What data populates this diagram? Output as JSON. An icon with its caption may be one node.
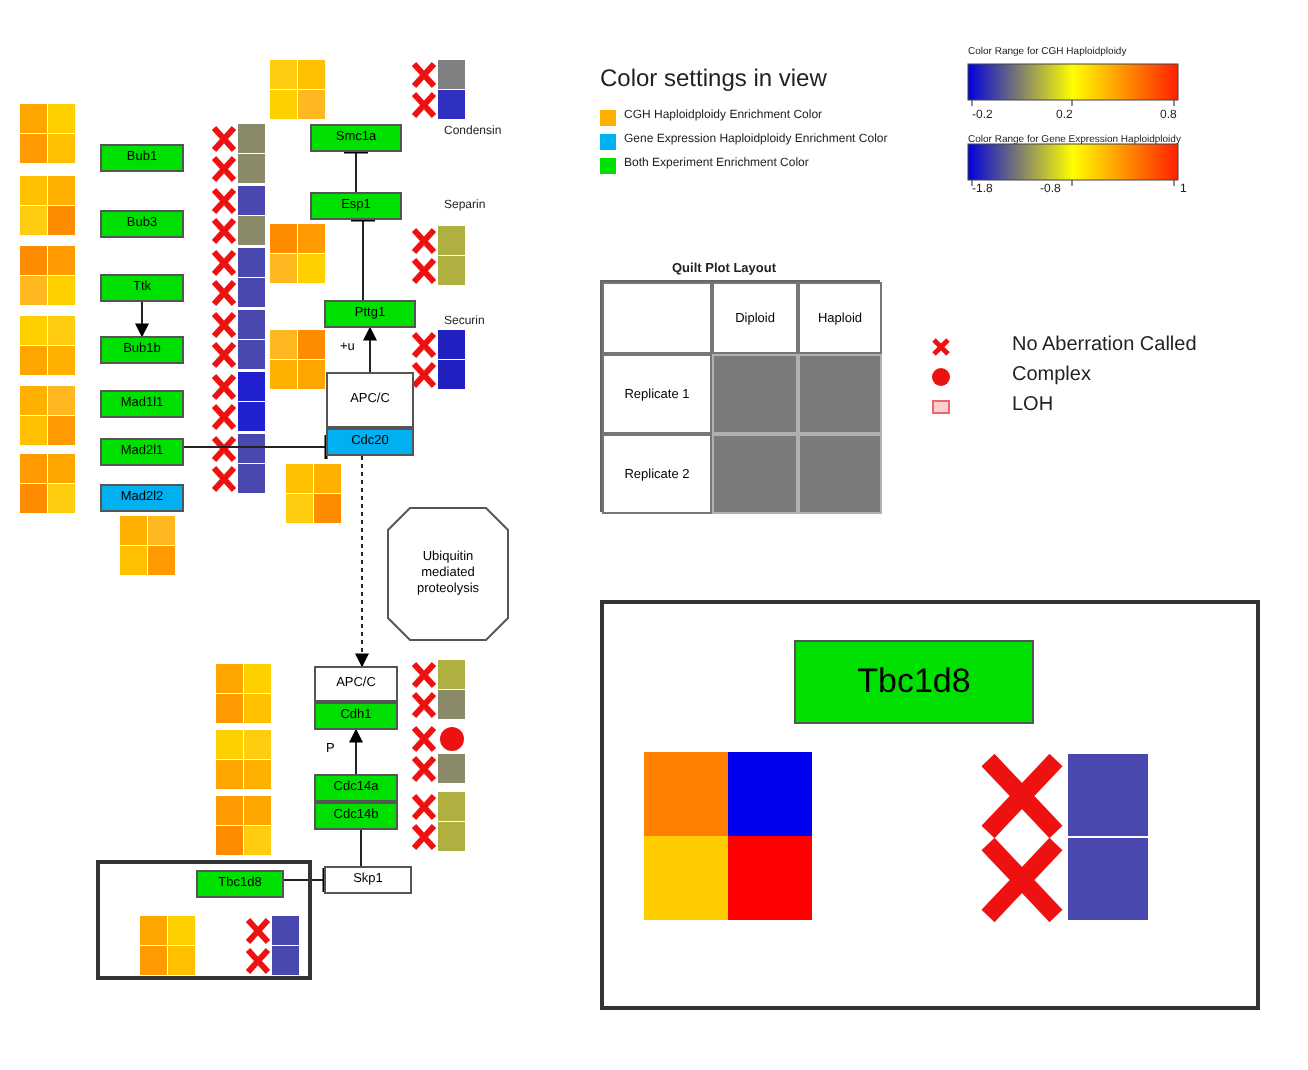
{
  "diagram": {
    "nodes": [
      {
        "text": [
          "Smc1a"
        ]
      },
      {
        "text": [
          "Esp1"
        ]
      },
      {
        "text": [
          "Pttg1"
        ]
      },
      {
        "text": [
          "APC/C"
        ]
      },
      {
        "text": [
          "Cdc20"
        ]
      },
      {
        "text": [
          "Bub1"
        ]
      },
      {
        "text": [
          "Bub3"
        ]
      },
      {
        "text": [
          "Ttk"
        ]
      },
      {
        "text": [
          "Bub1b"
        ]
      },
      {
        "text": [
          "Mad1l1"
        ]
      },
      {
        "text": [
          "Mad2l1"
        ]
      },
      {
        "text": [
          "Mad2l2"
        ]
      },
      {
        "text": [
          "Ubiquitin mediated proteolysis"
        ]
      },
      {
        "text": [
          "APC/C"
        ]
      },
      {
        "text": [
          "Cdh1"
        ]
      },
      {
        "text": [
          "Cdc14a"
        ]
      },
      {
        "text": [
          "Cdc14b"
        ]
      },
      {
        "text": [
          "Skp1"
        ]
      },
      {
        "text": [],
        "shape": "box"
      },
      {
        "text": [
          "Tbc1d8"
        ],
        "in": 18
      },
      {
        "text": [],
        "shape": "box"
      },
      {
        "text": [
          "Tbc1d8"
        ],
        "in": 20
      }
    ],
    "edges": [
      {
        "from": 1,
        "to": 0,
        "arrow": "other"
      },
      {
        "from": 2,
        "to": 1,
        "arrow": "other"
      },
      {
        "from": 7,
        "to": 8,
        "arrow": "to"
      },
      {
        "from": 3,
        "to": 2,
        "arrow": "to",
        "label": "+u"
      },
      {
        "from": 10,
        "to": 4,
        "arrow": "other"
      },
      {
        "from": 4,
        "to": 13,
        "arrow": "to",
        "style": "dashed"
      },
      {
        "from": 15,
        "to": 14,
        "arrow": "to",
        "label": "P"
      },
      {
        "from": 17,
        "to": 16,
        "arrow": "none"
      },
      {
        "from": 19,
        "to": 17,
        "arrow": "other"
      }
    ],
    "labels": [
      "Color settings in view",
      "Color Range for CGH Haploidploidy",
      "-0.2",
      "0.2",
      "0.8",
      "Color Range for Gene Expression Haploidploidy",
      "-1.8",
      "-0.8",
      "1",
      "Condensin",
      "Separin",
      "Securin",
      "Quilt Plot Layout",
      "Diploid",
      "Haploid",
      "Replicate 1",
      "Replicate 2"
    ],
    "legend": [
      {
        "text": "CGH Haploidploidy Enrichment Color",
        "color": "#ffb000"
      },
      {
        "text": "Gene Expression Haploidploidy Enrichment Color",
        "color": "#00b0f0"
      },
      {
        "text": "Both Experiment Enrichment Color",
        "color": "#00e000"
      },
      {
        "text": "No Aberration Called"
      },
      {
        "text": "Complex"
      },
      {
        "text": "LOH"
      }
    ]
  }
}
